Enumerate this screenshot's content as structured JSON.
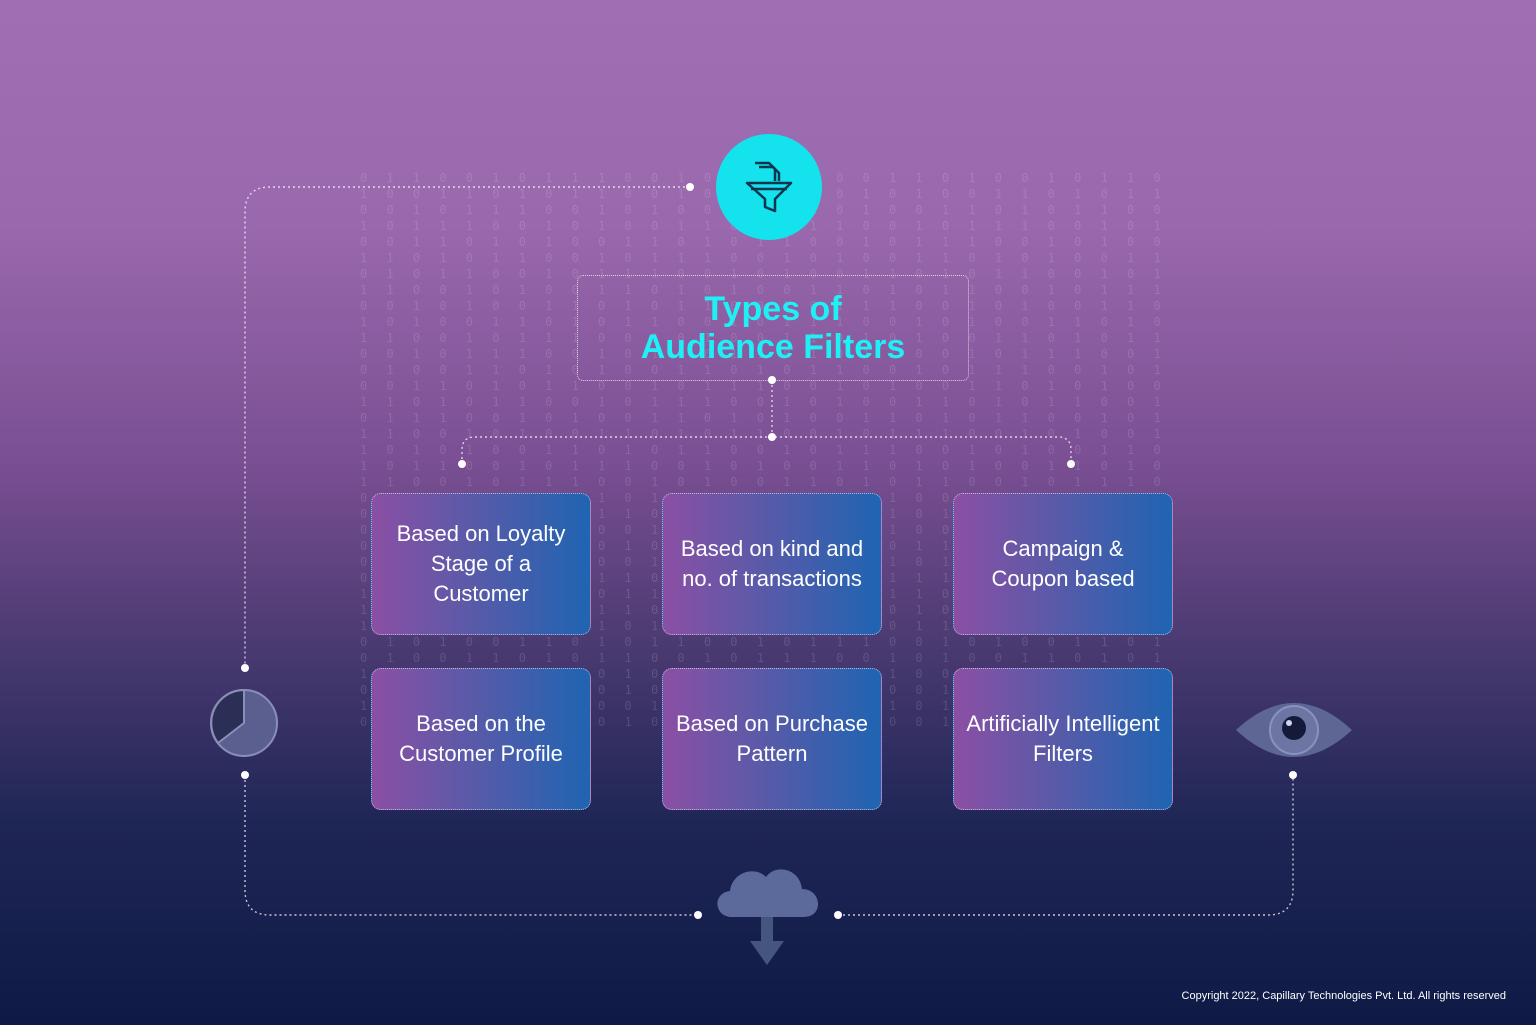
{
  "diagram": {
    "title_line1": "Types of",
    "title_line2": "Audience Filters",
    "cards": [
      "Based on Loyalty Stage of a Customer",
      "Based on kind and no. of transactions",
      "Campaign & Coupon based",
      "Based on the Customer Profile",
      "Based on Purchase Pattern",
      "Artificially Intelligent Filters"
    ]
  },
  "footer": {
    "copyright": "Copyright 2022, Capillary Technologies Pvt. Ltd. All rights reserved"
  },
  "colors": {
    "accent_cyan": "#14e2ec",
    "card_left": "#8b4fa4",
    "card_right": "#1f64b2"
  },
  "icons": [
    "funnel-icon",
    "pie-chart-icon",
    "cloud-download-icon",
    "eye-icon"
  ]
}
